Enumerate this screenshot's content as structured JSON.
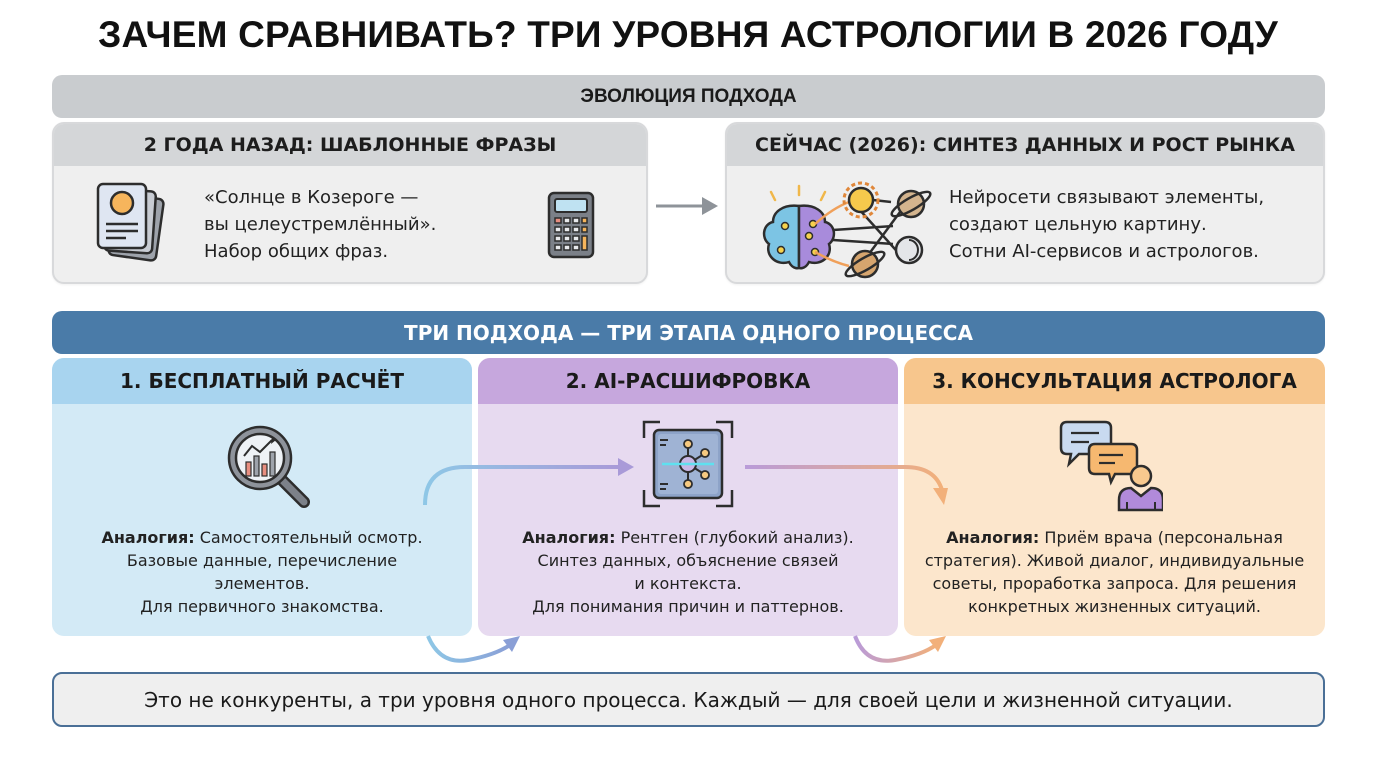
{
  "title": "ЗАЧЕМ СРАВНИВАТЬ? ТРИ УРОВНЯ АСТРОЛОГИИ В 2026 ГОДУ",
  "evolution": {
    "header": "ЭВОЛЮЦИЯ ПОДХОДА",
    "past": {
      "title": "2 ГОДА НАЗАД: ШАБЛОННЫЕ ФРАЗЫ",
      "lines": [
        "«Солнце в Козероге —",
        "вы целеустремлённый».",
        "Набор общих фраз."
      ],
      "icons": [
        "documents-icon",
        "calculator-icon"
      ]
    },
    "arrow_icon": "arrow-right-icon",
    "now": {
      "title": "СЕЙЧАС (2026): СИНТЕЗ ДАННЫХ И РОСТ РЫНКА",
      "lines": [
        "Нейросети связывают элементы,",
        "создают цельную картину.",
        "Сотни AI-сервисов и астрологов."
      ],
      "icons": [
        "brain-planets-icon"
      ]
    }
  },
  "stages": {
    "header": "ТРИ ПОДХОДА — ТРИ ЭТАПА ОДНОГО ПРОЦЕССА",
    "items": [
      {
        "title": "1. БЕСПЛАТНЫЙ РАСЧЁТ",
        "icon": "magnifier-chart-icon",
        "analogy_label": "Аналогия:",
        "lines": [
          "Самостоятельный осмотр.",
          "Базовые данные, перечисление",
          "элементов.",
          "Для первичного знакомства."
        ],
        "color": "#a8d4ef"
      },
      {
        "title": "2. AI-РАСШИФРОВКА",
        "icon": "ai-scan-network-icon",
        "analogy_label": "Аналогия:",
        "lines": [
          "Рентген (глубокий анализ).",
          "Синтез данных, объяснение связей",
          "и контекста.",
          "Для понимания причин и паттернов."
        ],
        "color": "#c6a7dd"
      },
      {
        "title": "3. КОНСУЛЬТАЦИЯ АСТРОЛОГА",
        "icon": "chat-person-icon",
        "analogy_label": "Аналогия:",
        "lines": [
          "Приём врача (персональная",
          "стратегия). Живой диалог, индивидуальные",
          "советы, проработка запроса. Для решения",
          "конкретных жизненных ситуаций."
        ],
        "color": "#f7c68d"
      }
    ]
  },
  "footer": "Это не конкуренты, а три уровня одного процесса. Каждый — для своей цели и жизненной ситуации."
}
